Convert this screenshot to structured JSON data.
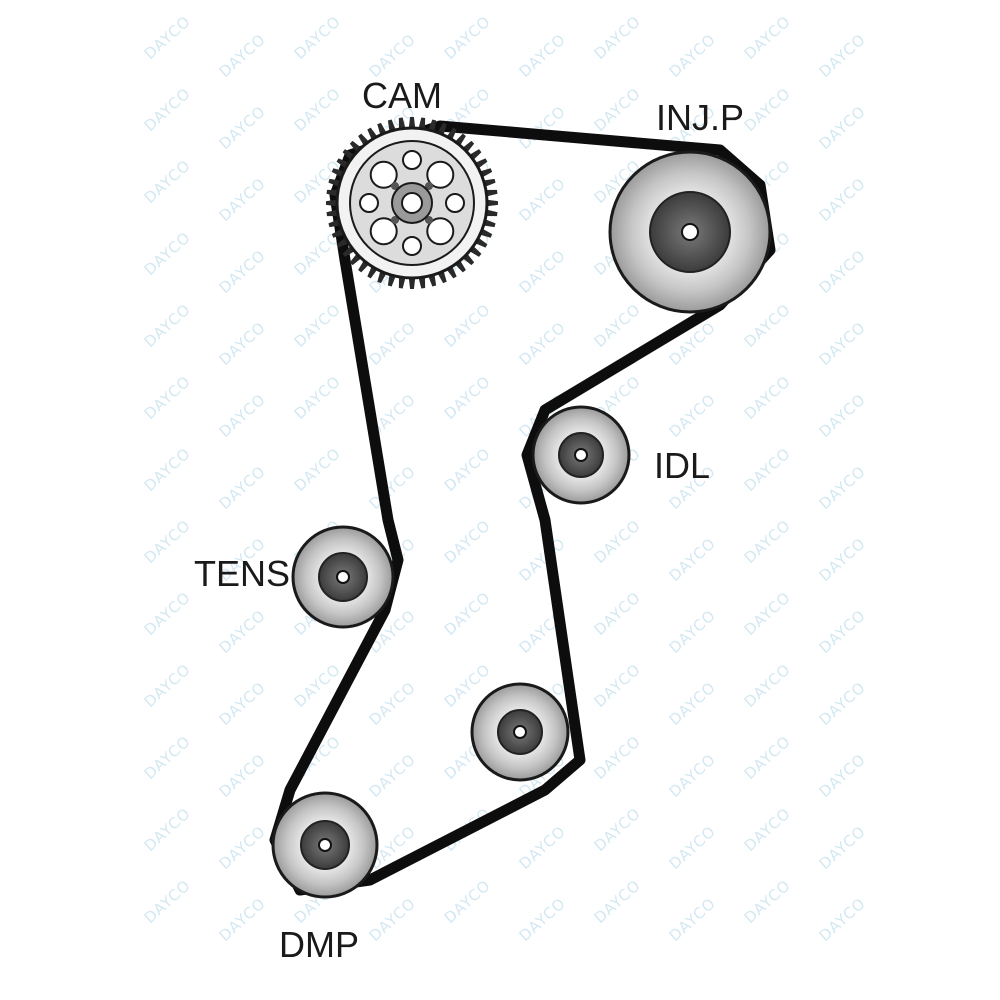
{
  "diagram": {
    "watermark_text": "DAYCO",
    "belt_color": "#0d0d0d",
    "pulley_gradient": [
      "#ffffff",
      "#b8b8b8",
      "#6e6e6e"
    ],
    "hub_color": "#4a4a4a",
    "pulleys": [
      {
        "id": "cam",
        "label": "CAM",
        "icon": "toothed-sprocket-icon"
      },
      {
        "id": "injp",
        "label": "INJ.P",
        "icon": "pulley-icon"
      },
      {
        "id": "idl",
        "label": "IDL",
        "icon": "pulley-icon"
      },
      {
        "id": "tens",
        "label": "TENS",
        "icon": "pulley-icon"
      },
      {
        "id": "unlabeled",
        "label": "",
        "icon": "pulley-icon"
      },
      {
        "id": "dmp",
        "label": "DMP",
        "icon": "pulley-icon"
      }
    ]
  }
}
